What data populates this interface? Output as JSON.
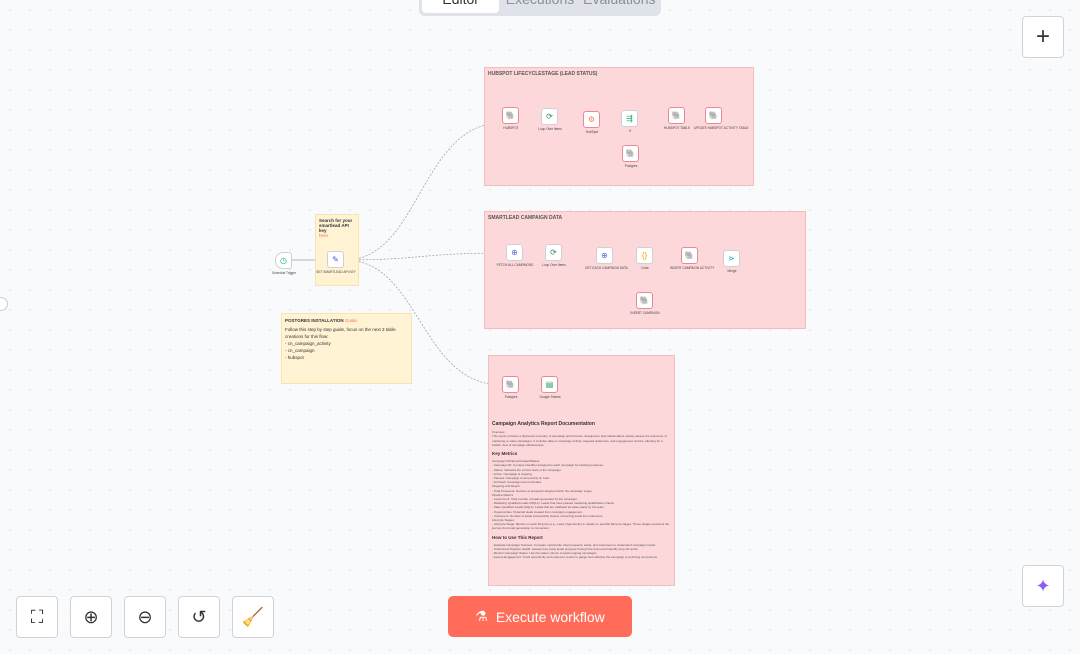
{
  "tabs": [
    "Editor",
    "Executions",
    "Evaluations"
  ],
  "groups": {
    "hubspot": "HUBSPOT LIFECYCLESTAGE (LEAD STATUS)",
    "smartlead": "SMARTLEAD CAMPAIGN DATA"
  },
  "sticky1": {
    "line1": "Search for your",
    "line2": "smartlead API key",
    "link": "here"
  },
  "sticky2": {
    "title": "POSTGRES INSTALLATION",
    "link": "Guide",
    "body": "Follow this step by step guide, focus on the next 3 table creations for this flow:",
    "items": [
      "- cn_campaign_activity",
      "- cn_campaign",
      "- hubspot"
    ]
  },
  "nodes": {
    "trigger": "Schedule Trigger",
    "setkey": "SET SMARTLEAD API KEY",
    "hs1": "HUBSPOT",
    "hs2": "Loop Over Items",
    "hs3": "HubSpot",
    "hs4": "If",
    "hs5": "HUBSPOT TABLE",
    "hs6": "UPDATE HUBSPOT ACTIVITY TABLE",
    "hs7": "Postgres",
    "sl1": "FETCH ALL CAMPAIGNS",
    "sl2": "Loop Over Items",
    "sl3": "GET EACH CAMPAIGN DATA",
    "sl4": "Code",
    "sl5": "INSERT CAMPAIGN ACTIVITY",
    "sl6": "Merge",
    "sl7": "INSERT CAMPAIGN",
    "b1": "Postgres",
    "b2": "Google Sheets"
  },
  "doc": {
    "title": "Campaign Analytics Report Documentation",
    "overview": "Overview",
    "intro": "This report provides a high-level summary of campaign performance, designed to help stakeholders quickly assess the outcomes of marketing or sales campaigns. It includes data on campaign activity, targeted audiences, and engagement metrics, allowing for a holistic view of campaign effectiveness.",
    "h_metrics": "Key Metrics",
    "m1": "Campaign ID/Name/Created/Status",
    "m1_lines": [
      "- Campaign ID: A unique identifier assigned to each campaign for tracking purposes.",
      "- Status: Indicates the current state of the campaign.",
      "- Active: Campaign is ongoing.",
      "- Paused: Campaign is temporarily on hold.",
      "- Archived: Campaign has concluded."
    ],
    "m2": "Targeting and Reach",
    "m2_lines": [
      "- Total Prospects: Number of prospects targeted within the campaign scope."
    ],
    "m3": "Pipeline Metrics",
    "m3_lines": [
      "- Lead Count: Total number of leads generated by the campaign.",
      "- Marketing Qualified Leads (MQLs): Leads that have passed marketing qualification criteria.",
      "- Sales Qualified Leads (SQLs): Leads that are validated as sales-ready by the team.",
      "- Opportunities: Potential deals created from campaign engagement.",
      "- Customers: Number of leads successfully closed, converting leads into customers."
    ],
    "m4": "Lifecycle Stages",
    "m4_lines": [
      "- Lifecycle Stage: Metrics on each lifecycle (e.g., Lead, Opportunity) in relation to specific lifecycle stages. These stages represent the journey from lead generation to conversion."
    ],
    "h_howto": "How to Use This Report",
    "howto": [
      "- Evaluate Campaign Success: Compare metrics like total prospects, leads, and customers to understand campaign impact.",
      "- Understand Pipeline Health: Assess how many leads progress through the funnel and identify drop-off points.",
      "- Monitor Campaign Status: Use the status column to track ongoing campaigns.",
      "- Assess Engagement: Track opportunity and customer counts to gauge how effective the campaign is at driving conversions."
    ]
  },
  "toolbar": {
    "fit": "fit-view",
    "zoom_in": "zoom-in",
    "zoom_out": "zoom-out",
    "reset": "reset-zoom",
    "tidy": "tidy-up"
  },
  "execute_label": "Execute workflow",
  "colors": {
    "accent": "#ff6d5a",
    "group": "#fdd8da",
    "sticky": "#fff3d4"
  }
}
